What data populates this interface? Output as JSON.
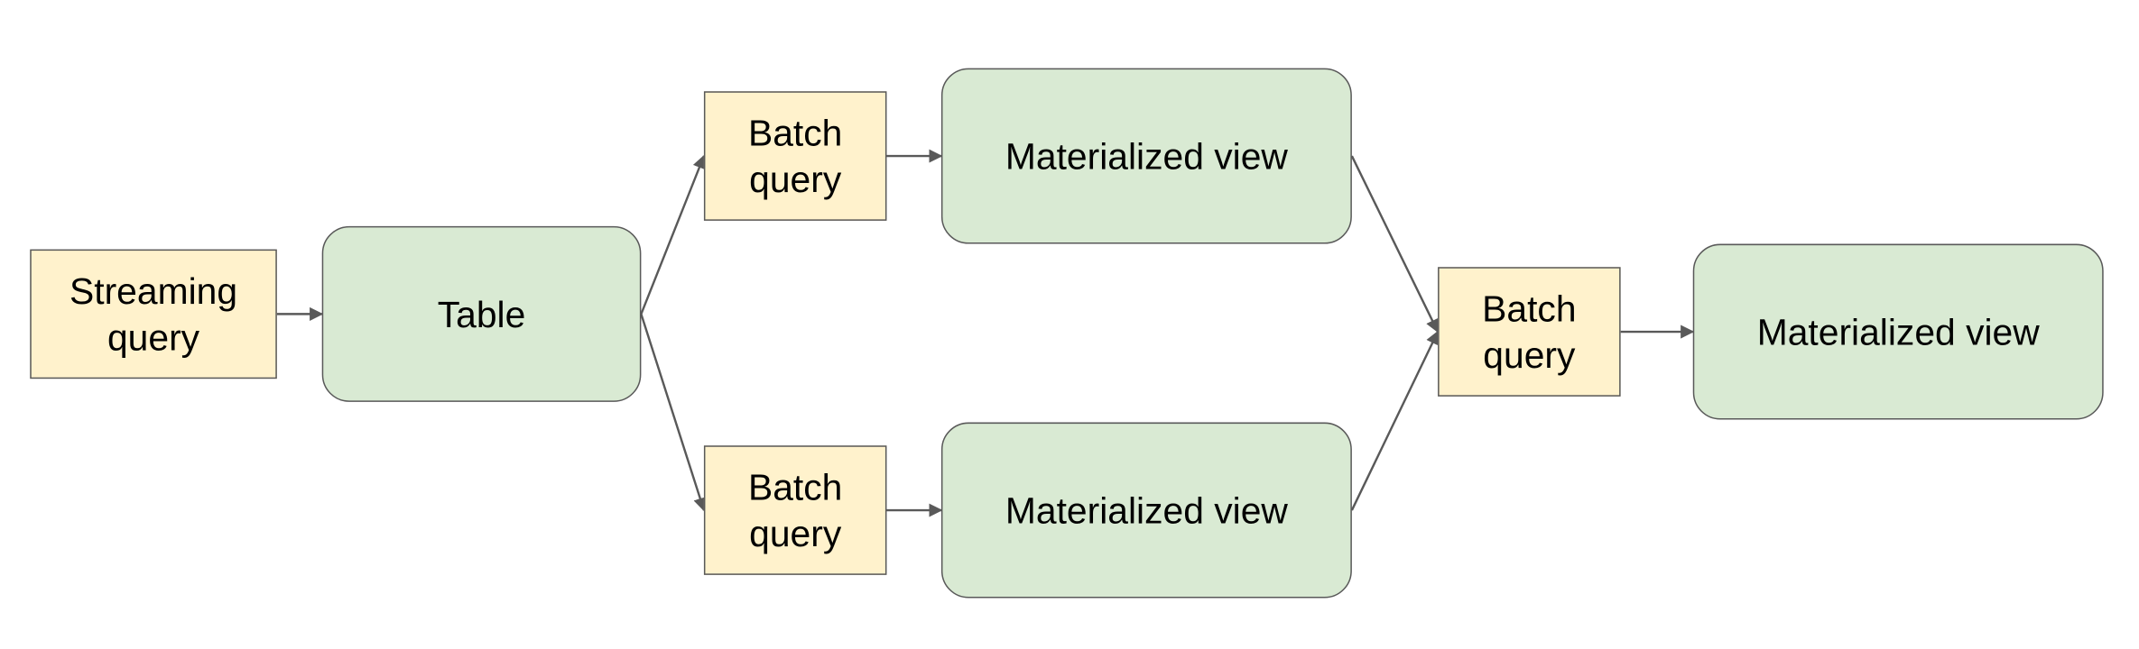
{
  "diagram": {
    "nodes": {
      "streaming_query": {
        "label": "Streaming\nquery"
      },
      "table": {
        "label": "Table"
      },
      "batch_query_top": {
        "label": "Batch\nquery"
      },
      "batch_query_bottom": {
        "label": "Batch\nquery"
      },
      "materialized_view_top": {
        "label": "Materialized view"
      },
      "materialized_view_bottom": {
        "label": "Materialized view"
      },
      "batch_query_merge": {
        "label": "Batch\nquery"
      },
      "materialized_view_final": {
        "label": "Materialized view"
      }
    },
    "edges": [
      {
        "from": "streaming_query",
        "to": "table"
      },
      {
        "from": "table",
        "to": "batch_query_top"
      },
      {
        "from": "table",
        "to": "batch_query_bottom"
      },
      {
        "from": "batch_query_top",
        "to": "materialized_view_top"
      },
      {
        "from": "batch_query_bottom",
        "to": "materialized_view_bottom"
      },
      {
        "from": "materialized_view_top",
        "to": "batch_query_merge"
      },
      {
        "from": "materialized_view_bottom",
        "to": "batch_query_merge"
      },
      {
        "from": "batch_query_merge",
        "to": "materialized_view_final"
      }
    ],
    "colors": {
      "query_fill": "#fff2cc",
      "store_fill": "#d9ead3",
      "stroke": "#595959"
    }
  }
}
